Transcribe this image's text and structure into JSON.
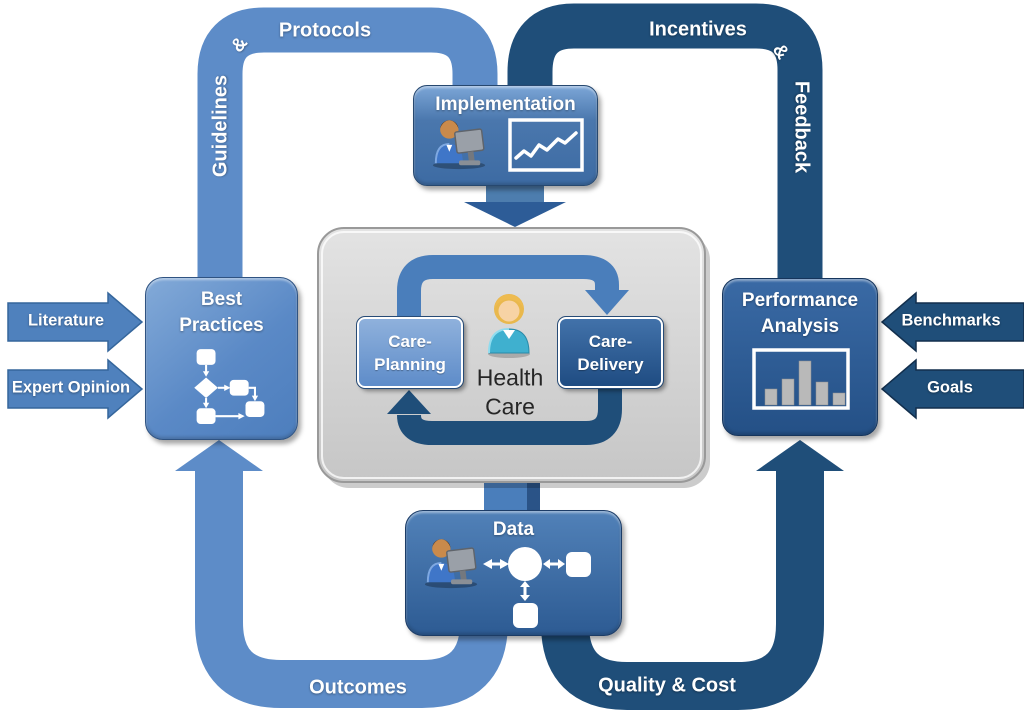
{
  "nodes": {
    "implementation": {
      "label": "Implementation"
    },
    "best_practices": {
      "line1": "Best",
      "line2": "Practices"
    },
    "performance_analysis": {
      "line1": "Performance",
      "line2": "Analysis"
    },
    "data": {
      "label": "Data"
    },
    "health_care": {
      "line1": "Health",
      "line2": "Care"
    },
    "care_planning": {
      "line1": "Care-",
      "line2": "Planning"
    },
    "care_delivery": {
      "line1": "Care-",
      "line2": "Delivery"
    }
  },
  "flow_labels": {
    "guidelines": "Guidelines",
    "guidelines_amp": "&",
    "protocols": "Protocols",
    "incentives": "Incentives",
    "feedback_amp": "&",
    "feedback": "Feedback",
    "outcomes": "Outcomes",
    "quality_cost": "Quality & Cost"
  },
  "inputs": {
    "literature": "Literature",
    "expert_opinion": "Expert Opinion",
    "benchmarks": "Benchmarks",
    "goals": "Goals"
  },
  "icons": {
    "implementation_person": "person-at-computer-icon",
    "implementation_chart": "line-chart-icon",
    "best_practices": "flowchart-icon",
    "performance_analysis": "bar-chart-icon",
    "data_person": "person-at-computer-icon",
    "data_network": "data-network-icon",
    "health_care_person": "patient-icon",
    "bar_chart_relative_heights": [
      0.29,
      0.47,
      0.79,
      0.41,
      0.22
    ]
  },
  "colors": {
    "light_blue_band": "#5d8cc8",
    "medium_blue": "#4f81bd",
    "dark_blue_band": "#1f4e79",
    "panel_gray": "#d4d4d4",
    "bar_gray": "#b9b9b9",
    "text_light": "#ffffff",
    "text_dark": "#262626"
  }
}
